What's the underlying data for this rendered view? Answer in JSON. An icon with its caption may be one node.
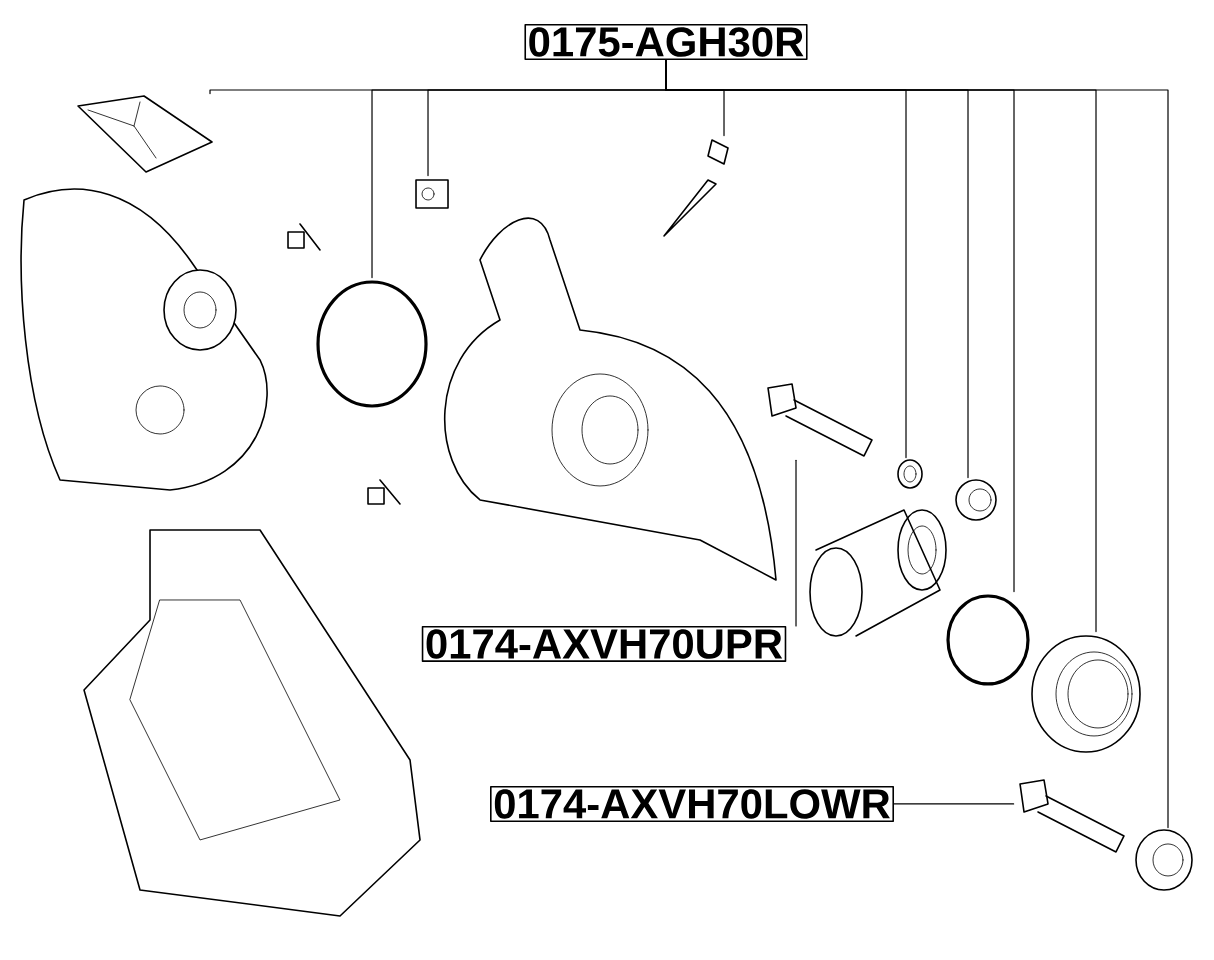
{
  "diagram": {
    "nodes": [
      {
        "text": [
          "0175-AGH30R"
        ]
      },
      {
        "text": [],
        "shape": "picture"
      },
      {
        "text": [],
        "shape": "circle"
      },
      {
        "text": [],
        "shape": "picture"
      },
      {
        "text": [],
        "shape": "picture"
      },
      {
        "text": [],
        "shape": "picture"
      },
      {
        "text": [],
        "shape": "picture"
      },
      {
        "text": [],
        "shape": "circle"
      },
      {
        "text": [],
        "shape": "picture"
      },
      {
        "text": [],
        "shape": "picture"
      },
      {
        "text": [
          "0174-AXVH70UPR"
        ]
      },
      {
        "text": [],
        "shape": "picture"
      },
      {
        "text": [
          "0174-AXVH70LOWR"
        ]
      },
      {
        "text": [],
        "shape": "picture"
      }
    ],
    "edges": [
      {
        "from": 0,
        "to": 1,
        "arrow": "none"
      },
      {
        "from": 0,
        "to": 2,
        "arrow": "none"
      },
      {
        "from": 0,
        "to": 3,
        "arrow": "none"
      },
      {
        "from": 0,
        "to": 4,
        "arrow": "none"
      },
      {
        "from": 0,
        "to": 5,
        "arrow": "none"
      },
      {
        "from": 0,
        "to": 6,
        "arrow": "none"
      },
      {
        "from": 0,
        "to": 7,
        "arrow": "none"
      },
      {
        "from": 0,
        "to": 8,
        "arrow": "none"
      },
      {
        "from": 0,
        "to": 9,
        "arrow": "none"
      },
      {
        "from": 10,
        "to": 11,
        "arrow": "none"
      },
      {
        "from": 12,
        "to": 13,
        "arrow": "none"
      }
    ]
  }
}
